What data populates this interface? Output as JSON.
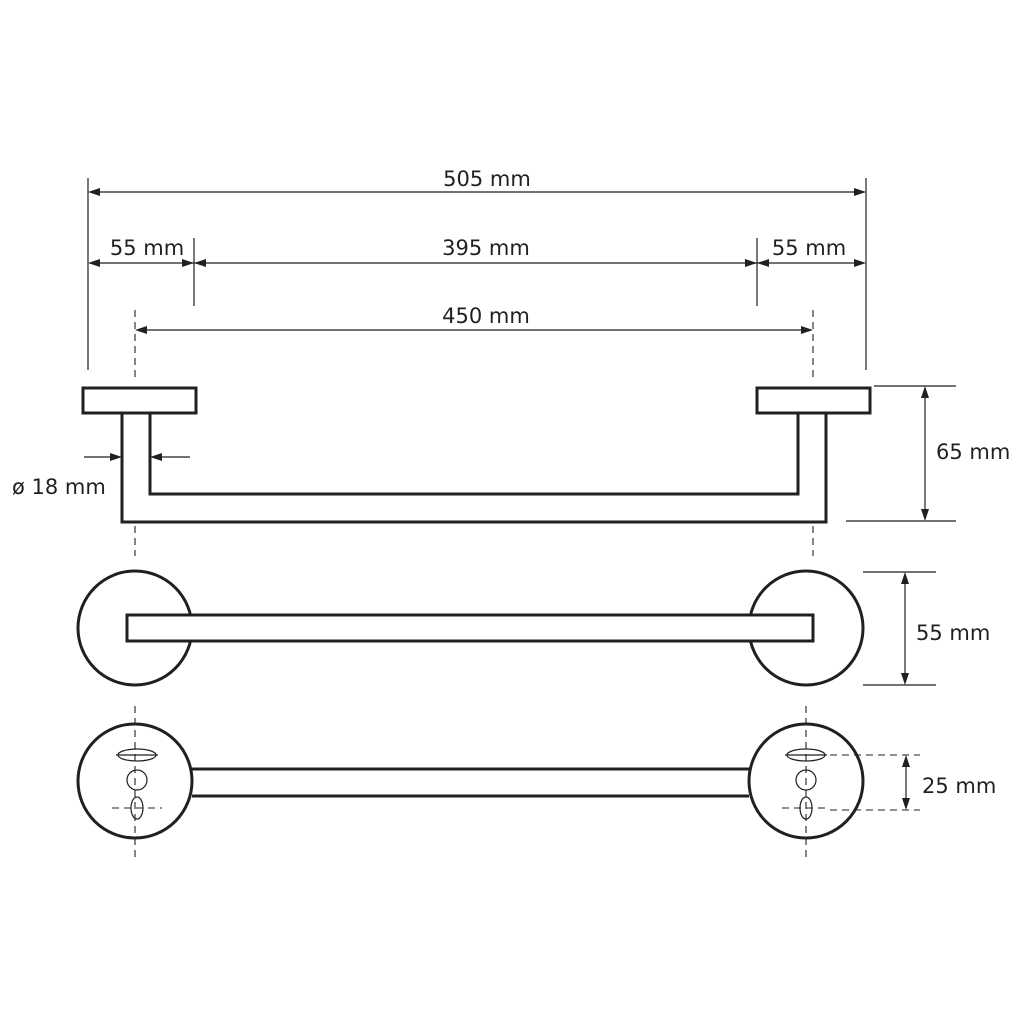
{
  "dimensions": {
    "overall_width": "505 mm",
    "left_plate_width": "55 mm",
    "inner_span": "395 mm",
    "right_plate_width": "55 mm",
    "center_distance": "450 mm",
    "tube_diameter": "ø 18 mm",
    "projection_depth": "65 mm",
    "plate_diameter": "55 mm",
    "hole_spacing": "25 mm"
  },
  "views": [
    "top-view",
    "front-view",
    "back-view"
  ],
  "colors": {
    "line": "#231f20",
    "background": "#ffffff"
  }
}
